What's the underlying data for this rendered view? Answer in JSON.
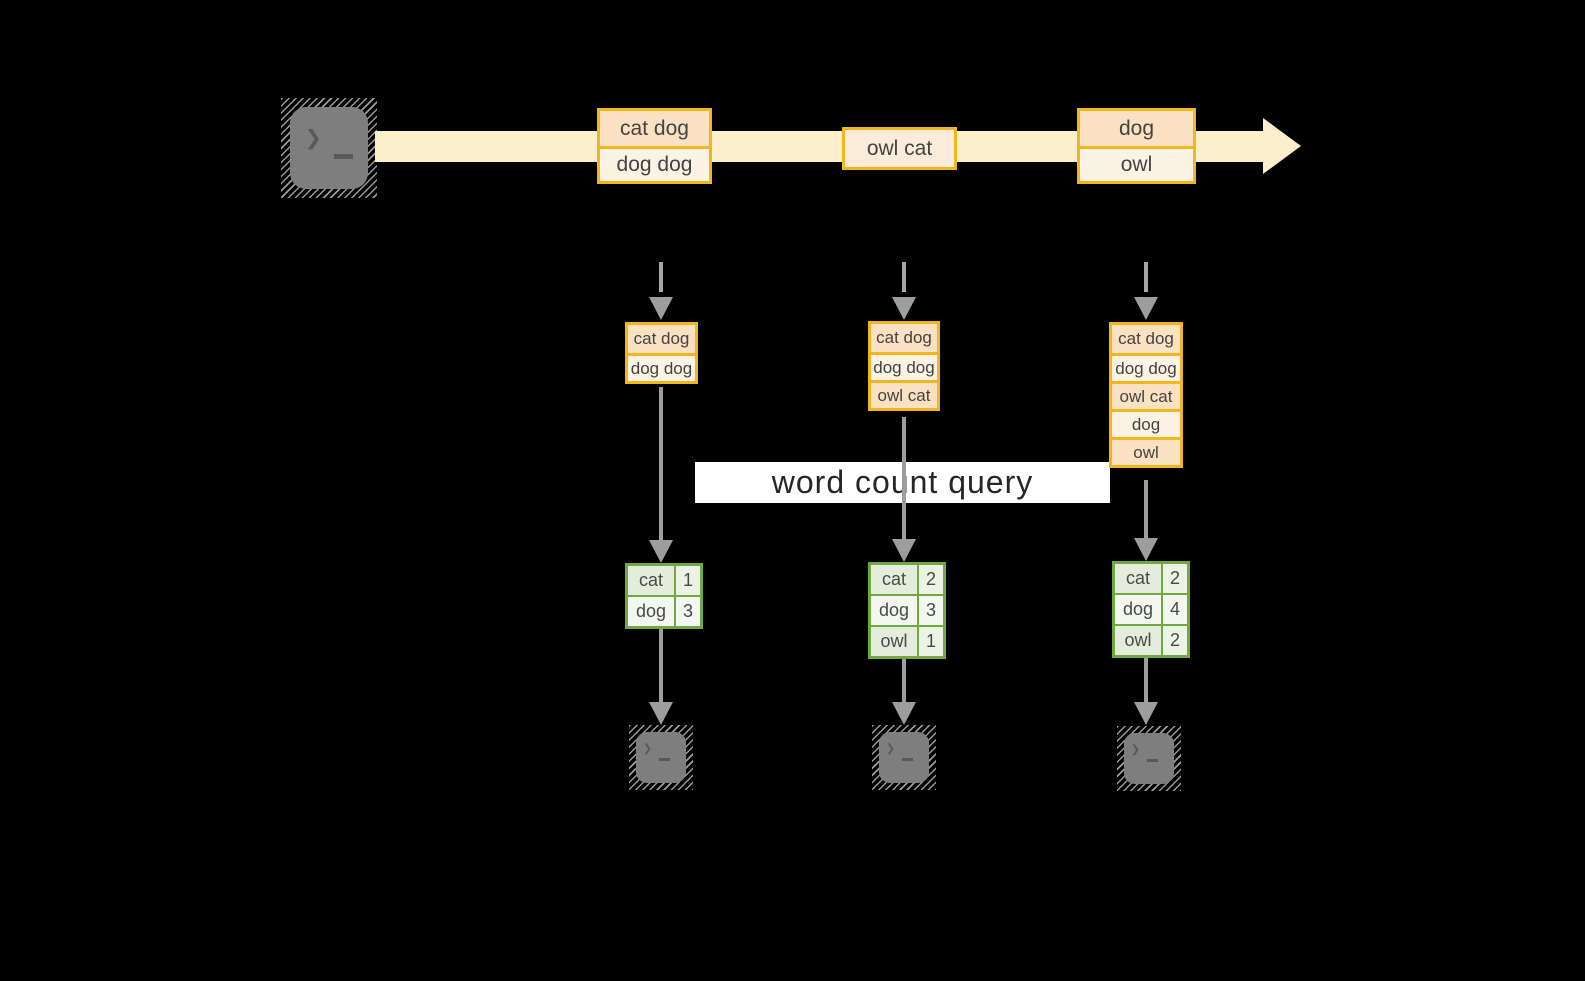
{
  "diagram": {
    "query_label": "word count query",
    "icons": {
      "terminal_prompt": "❯"
    },
    "stream": {
      "events": [
        {
          "cells": [
            "cat dog",
            "dog dog"
          ]
        },
        {
          "cells": [
            "owl cat"
          ]
        },
        {
          "cells": [
            "dog",
            "owl"
          ]
        }
      ]
    },
    "states": [
      {
        "cells": [
          "cat dog",
          "dog dog"
        ]
      },
      {
        "cells": [
          "cat dog",
          "dog dog",
          "owl cat"
        ]
      },
      {
        "cells": [
          "cat dog",
          "dog dog",
          "owl cat",
          "dog",
          "owl"
        ]
      }
    ],
    "results": [
      {
        "rows": [
          {
            "word": "cat",
            "count": "1"
          },
          {
            "word": "dog",
            "count": "3"
          }
        ]
      },
      {
        "rows": [
          {
            "word": "cat",
            "count": "2"
          },
          {
            "word": "dog",
            "count": "3"
          },
          {
            "word": "owl",
            "count": "1"
          }
        ]
      },
      {
        "rows": [
          {
            "word": "cat",
            "count": "2"
          },
          {
            "word": "dog",
            "count": "4"
          },
          {
            "word": "owl",
            "count": "2"
          }
        ]
      }
    ],
    "colors": {
      "stream_band": "#fcf0cc",
      "event_border": "#f2b71d",
      "cell_peach": "#f9e1c2",
      "cell_cream": "#fdf3e4",
      "cell_mid": "#fbecd9",
      "table_border": "#71a83f",
      "table_cell_dark": "#e4ecdb",
      "table_cell_dark2": "#ecf2e4",
      "table_cell_light": "#f4f7f0",
      "arrow_gray": "#9d9d9d",
      "label_bg": "#ffffff"
    }
  }
}
